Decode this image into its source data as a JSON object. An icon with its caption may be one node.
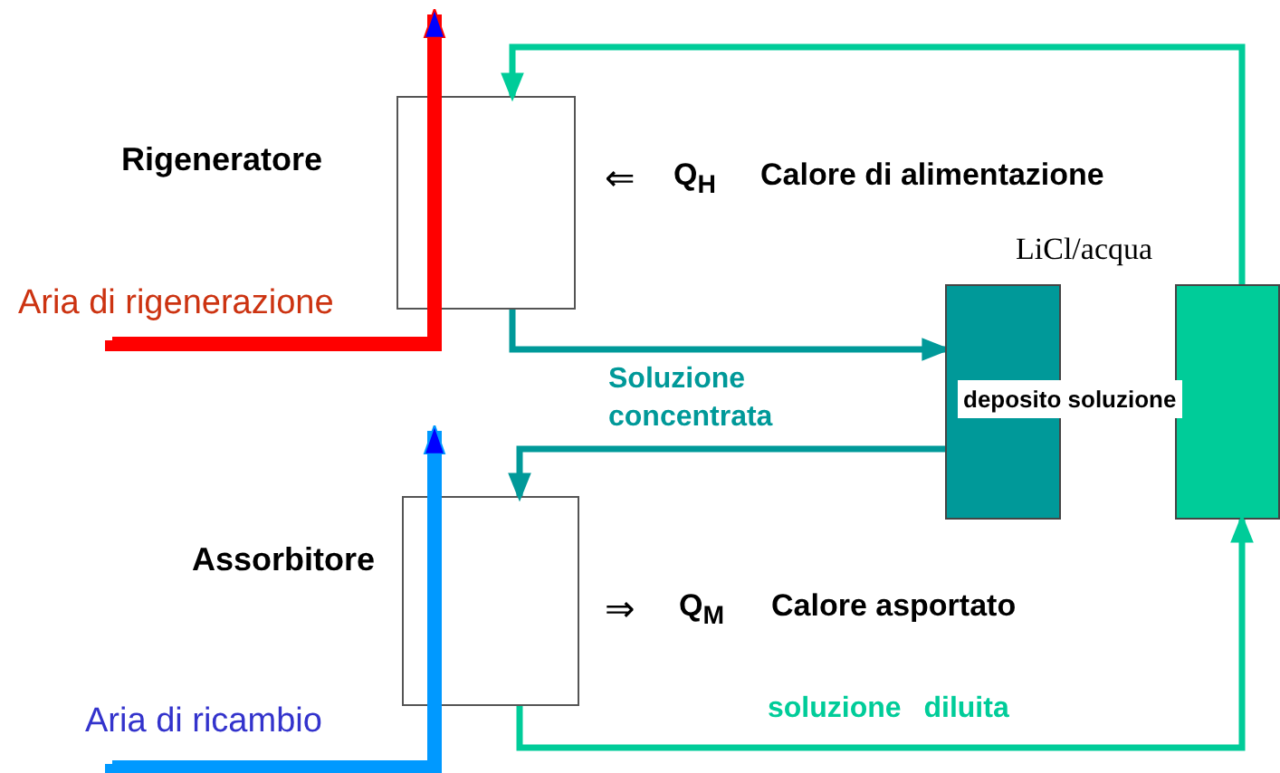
{
  "diagram": {
    "nodes": [
      {
        "text": [
          "Rigeneratore"
        ],
        "beside": [
          "⇐",
          "Q$_{H}$",
          "Calore di alimentazione"
        ]
      },
      {
        "text": [
          "Assorbitore"
        ],
        "beside": [
          "⇒",
          "Q$_{M}$",
          "Calore asportato"
        ]
      },
      {
        "text": [
          "deposito soluzione"
        ]
      },
      {
        "text": [],
        "shape": "box"
      },
      {
        "text": [
          "Aria di rigenerazione"
        ]
      },
      {
        "text": [
          "Aria di ricambio"
        ]
      }
    ],
    "edges": [
      {
        "from": 4,
        "to": 0,
        "arrow": "none",
        "style": "thick",
        "color": "#ff0000"
      },
      {
        "from": 0,
        "to": null,
        "arrow": "to",
        "style": "thick",
        "color": "#ff0000"
      },
      {
        "from": 5,
        "to": 1,
        "arrow": "none",
        "style": "thick",
        "color": "#0099ff"
      },
      {
        "from": 1,
        "to": null,
        "arrow": "to",
        "style": "thick",
        "color": "#0099ff"
      },
      {
        "from": 3,
        "to": 0,
        "arrow": "to",
        "color": "#00cc99"
      },
      {
        "from": 0,
        "to": 2,
        "arrow": "to",
        "color": "#009999"
      },
      {
        "from": 2,
        "to": 1,
        "arrow": "to",
        "color": "#009999"
      },
      {
        "from": 1,
        "to": 3,
        "arrow": "to",
        "color": "#00cc99"
      }
    ],
    "labels": [
      "LiCl/acqua",
      "Soluzione concentrata",
      "soluzione diluita"
    ]
  }
}
